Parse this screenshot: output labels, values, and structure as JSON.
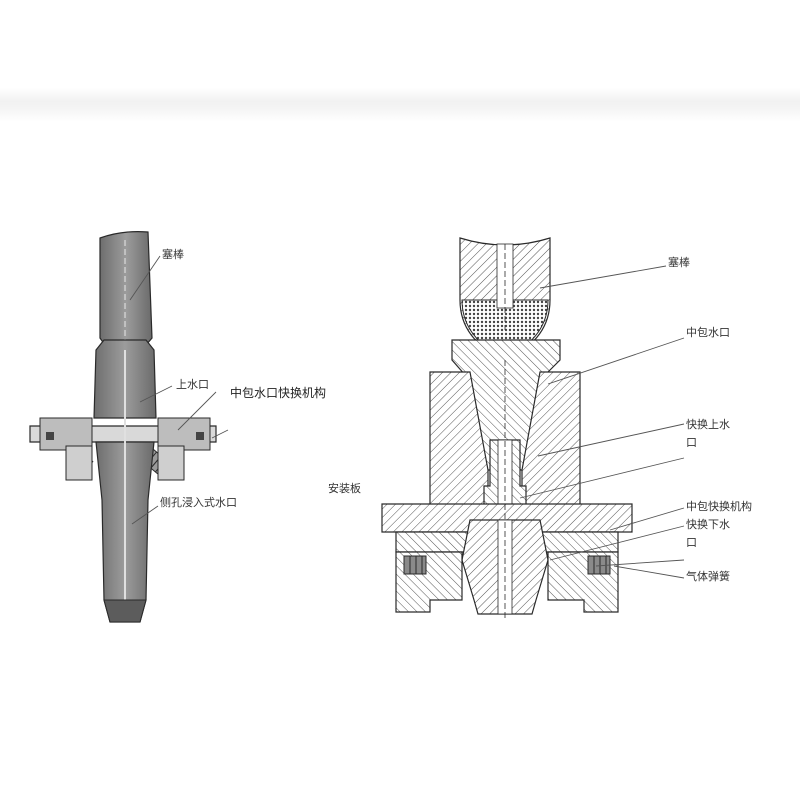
{
  "left_figure": {
    "labels": {
      "stopper_rod": "塞棒",
      "upper_nozzle": "上水口",
      "quick_change_mechanism": "中包水口快换机构",
      "submerged_nozzle": "侧孔浸入式水口"
    }
  },
  "middle": {
    "mounting_plate": "安装板"
  },
  "right_figure": {
    "labels": {
      "stopper_rod": "塞棒",
      "tundish_nozzle": "中包水口",
      "quick_change_upper_line1": "快换上水",
      "quick_change_upper_line2": "口",
      "tundish_quick_change_mechanism": "中包快换机构",
      "quick_change_lower_line1": "快换下水",
      "quick_change_lower_line2": "口",
      "gas_spring": "气体弹簧"
    }
  },
  "colors": {
    "steel_fill": "#8a8a8a",
    "steel_dark": "#5c5c5c",
    "outline": "#2a2a2a",
    "hatch": "#555555",
    "dot_fill": "#444444",
    "leader": "#555555"
  }
}
